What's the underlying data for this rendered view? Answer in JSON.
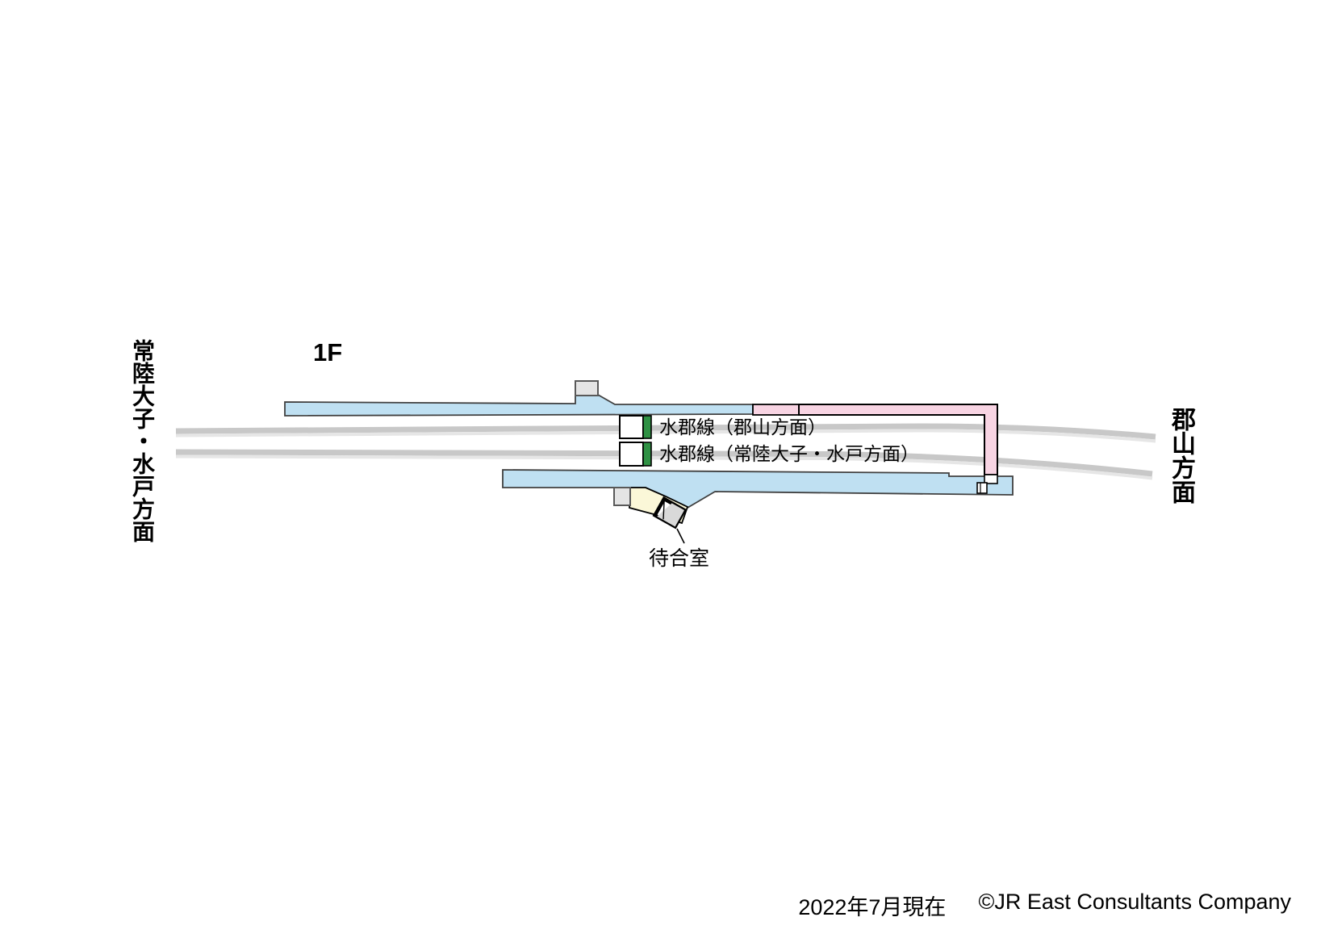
{
  "map": {
    "floor": "1F",
    "direction_left": "常陸大子・水戸方面",
    "direction_right": "郡山方面",
    "waiting_room": "待合室",
    "lines": [
      {
        "label": "水郡線（郡山方面）",
        "line_color": "#2f9144"
      },
      {
        "label": "水郡線（常陸大子・水戸方面）",
        "line_color": "#2f9144"
      }
    ]
  },
  "footer": {
    "date": "2022年7月現在",
    "copyright": "©JR East Consultants Company"
  },
  "colors": {
    "platform": "#bfe0f2",
    "walkway": "#f8d4e3",
    "waiting_area": "#fbf7d8",
    "track": "#c8c8c8",
    "track_light": "#e6e6e6",
    "structure": "#e4e4e4"
  }
}
